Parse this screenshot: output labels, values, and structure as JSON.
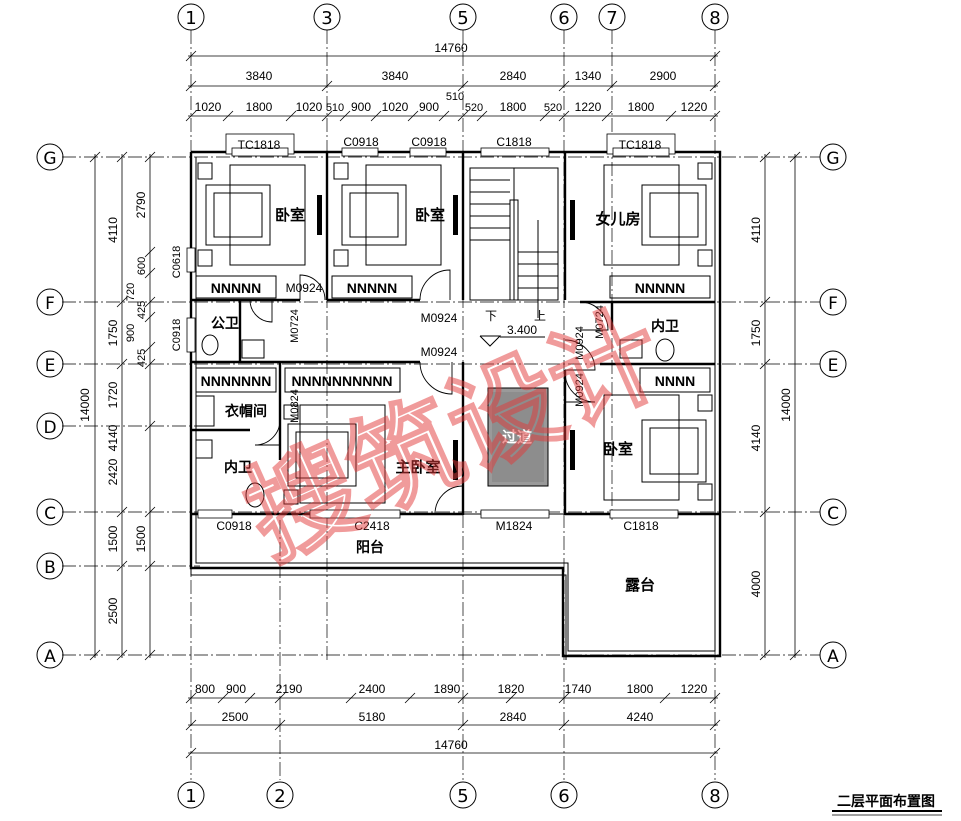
{
  "axes": {
    "top_numbers": [
      "1",
      "3",
      "5",
      "6",
      "7",
      "8"
    ],
    "bottom_numbers": [
      "1",
      "2",
      "5",
      "6",
      "8"
    ],
    "left_letters": [
      "G",
      "F",
      "E",
      "D",
      "C",
      "B",
      "A"
    ],
    "right_letters": [
      "G",
      "F",
      "E",
      "C",
      "A"
    ]
  },
  "dims": {
    "top_total": "14760",
    "top_level2": [
      "3840",
      "3840",
      "2840",
      "1340",
      "2900"
    ],
    "top_level3": [
      "1020",
      "1800",
      "1020",
      "510",
      "900",
      "1020",
      "900",
      "510",
      "520",
      "1800",
      "520",
      "1220",
      "1800",
      "1220"
    ],
    "bottom_level1": [
      "800",
      "900",
      "2190",
      "2400",
      "1890",
      "1820",
      "1740",
      "1800",
      "1220"
    ],
    "bottom_level2": [
      "2500",
      "5180",
      "2840",
      "4240"
    ],
    "bottom_total": "14760",
    "left_inner": [
      "2790",
      "600",
      "720",
      "425",
      "900",
      "425",
      "1720",
      "2420",
      "1500",
      "2500"
    ],
    "left_outer": [
      "4110",
      "1750",
      "4140",
      "1500"
    ],
    "left_total": "14000",
    "right_inner": [
      "4110",
      "1750",
      "4140",
      "4000"
    ],
    "right_total": "14000"
  },
  "windows": {
    "top": [
      "TC1818",
      "C0918",
      "C0918",
      "C1818",
      "TC1818"
    ],
    "left": [
      "C0618",
      "C0918"
    ],
    "bottom": [
      "C0918",
      "C2418",
      "M1824",
      "C1818"
    ]
  },
  "doors": [
    "M0924",
    "M0724",
    "M0924",
    "M0924",
    "M0724",
    "M0924",
    "M0924",
    "M0824"
  ],
  "rooms": {
    "bedroom_1": "卧室",
    "bedroom_2": "卧室",
    "daughter_room": "女儿房",
    "public_wc": "公卫",
    "inner_wc_right": "内卫",
    "inner_wc_left": "内卫",
    "cloakroom": "衣帽间",
    "master_bedroom": "主卧室",
    "corridor": "过道",
    "bedroom_3": "卧室",
    "balcony": "阳台",
    "terrace": "露台"
  },
  "stair": {
    "down": "下",
    "up": "上",
    "elevation": "3.400"
  },
  "drawing_title": "二层平面布置图",
  "watermark": "搜筑设计",
  "colors": {
    "line": "#000000",
    "watermark": "#e23a3a",
    "corridor_fill": "#9a9a9a"
  }
}
